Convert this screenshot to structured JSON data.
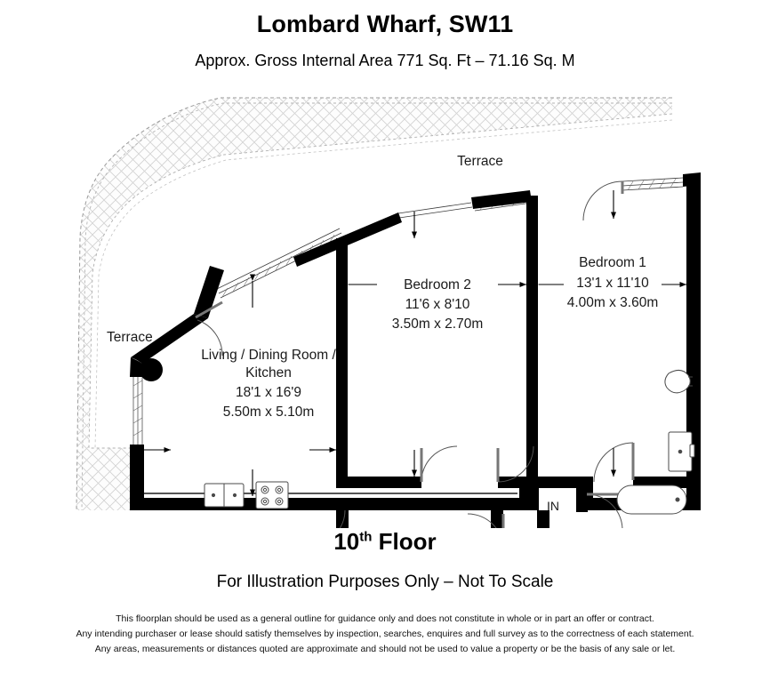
{
  "header": {
    "title": "Lombard Wharf, SW11",
    "subtitle": "Approx. Gross Internal Area 771 Sq. Ft – 71.16 Sq. M"
  },
  "plan": {
    "rooms": [
      {
        "id": "living",
        "name_line1": "Living / Dining Room /",
        "name_line2": "Kitchen",
        "imperial": "18'1 x 16'9",
        "metric": "5.50m x 5.10m"
      },
      {
        "id": "bedroom2",
        "name_line1": "Bedroom 2",
        "imperial": "11'6 x 8'10",
        "metric": "3.50m x 2.70m"
      },
      {
        "id": "bedroom1",
        "name_line1": "Bedroom 1",
        "imperial": "13'1 x 11'10",
        "metric": "4.00m x 3.60m"
      }
    ],
    "terrace_top_label": "Terrace",
    "terrace_left_label": "Terrace",
    "entrance_label": "IN",
    "fixtures": [
      "kitchen-sink",
      "kitchen-hob",
      "wc-toilet",
      "wash-basin",
      "bath-tub",
      "structural-column"
    ],
    "colors": {
      "wall": "#000000",
      "terrace_fill": "#fbfbfb",
      "terrace_hatch": "#c9c9c9",
      "outline": "#222222",
      "paper": "#ffffff"
    }
  },
  "footer": {
    "floor_number": "10",
    "floor_ordinal": "th",
    "floor_word": "Floor",
    "illustration_note": "For Illustration Purposes Only – Not To Scale",
    "disclaimer_lines": [
      "This floorplan should be used as a general outline for guidance only and does not constitute in whole or in part an offer or contract.",
      "Any intending purchaser or lease should satisfy themselves by inspection, searches, enquires and full survey as to the correctness of each statement.",
      "Any areas, measurements or distances quoted are approximate and should not be used to value a property or be the basis of any sale or let."
    ]
  }
}
